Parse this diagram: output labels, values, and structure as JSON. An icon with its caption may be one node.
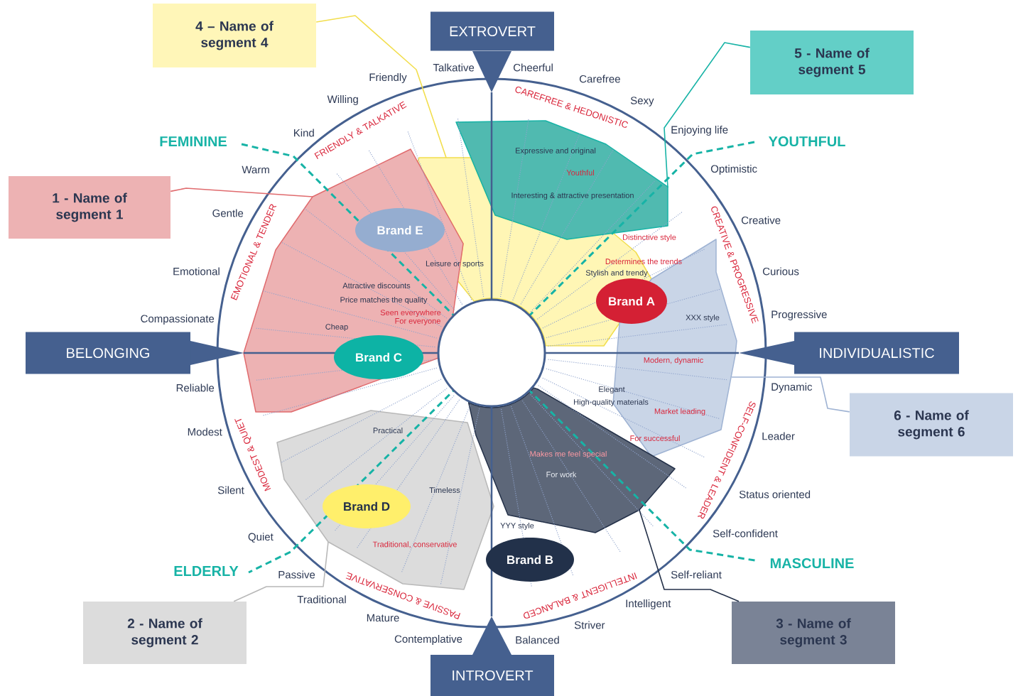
{
  "diagram": {
    "nodes": [
      {
        "text": [],
        "shape": "polygon"
      },
      {
        "text": [],
        "shape": "polygon"
      },
      {
        "text": [],
        "shape": "polygon"
      },
      {
        "text": [],
        "shape": "polygon"
      },
      {
        "text": [],
        "shape": "polygon"
      },
      {
        "text": [],
        "shape": "polygon"
      },
      {
        "text": [
          "4 – Name of segment 4"
        ]
      },
      {
        "text": [
          "EXTROVERT"
        ]
      },
      {
        "text": [
          "5 - Name of segment 5"
        ]
      },
      {
        "text": [
          "1 - Name of segment 1"
        ]
      },
      {
        "text": [
          "Brand E"
        ],
        "in": 1
      },
      {
        "text": [
          "Brand A"
        ]
      },
      {
        "text": [
          "BELONGING"
        ]
      },
      {
        "text": [
          "INDIVIDUALISTIC"
        ]
      },
      {
        "text": [
          "Brand C"
        ],
        "in": 1
      },
      {
        "text": [
          "6 - Name of segment 6"
        ]
      },
      {
        "text": [
          "Brand D"
        ],
        "in": 4
      },
      {
        "text": [
          "Brand B"
        ]
      },
      {
        "text": [
          "2 - Name of segment 2"
        ]
      },
      {
        "text": [
          "3 - Name of segment 3"
        ]
      },
      {
        "text": [
          "INTROVERT"
        ]
      },
      {
        "text": [],
        "shape": "circle"
      }
    ],
    "edges": [
      {
        "from": 9,
        "to": 1,
        "arrow": "none",
        "color": "#e06b6e"
      },
      {
        "from": 18,
        "to": 4,
        "arrow": "none",
        "color": "#b8b8b8"
      },
      {
        "from": 19,
        "to": 5,
        "arrow": "none",
        "color": "#243149"
      },
      {
        "from": 6,
        "to": 2,
        "arrow": "none",
        "color": "#f2de4e"
      },
      {
        "from": 8,
        "to": 0,
        "arrow": "none",
        "color": "#17b3a6"
      },
      {
        "from": 15,
        "to": 3,
        "arrow": "none",
        "color": "#9fb3d3"
      }
    ],
    "labels": [
      "Talkative",
      "Cheerful",
      "Carefree",
      "Sexy",
      "Enjoying life",
      "Optimistic",
      "Creative",
      "Curious",
      "Progressive",
      "Dynamic",
      "Leader",
      "Status oriented",
      "Self-confident",
      "Self-reliant",
      "Intelligent",
      "Striver",
      "Balanced",
      "Contemplative",
      "Mature",
      "Traditional",
      "Passive",
      "Quiet",
      "Silent",
      "Modest",
      "Reliable",
      "Compassionate",
      "Emotional",
      "Gentle",
      "Warm",
      "Kind",
      "Willing",
      "Friendly",
      "CAREFREE & HEDONISTIC",
      "CREATIVE & PROGRESSIVE",
      "SELF-CONFIDENT & LEADER",
      "INTELLIGENT & BALANCED",
      "PASSIVE & CONSERVATIVE",
      "MODEST & QUIET",
      "EMOTIONAL & TENDER",
      "FRIENDLY & TALKATIVE",
      "Expressive and original",
      "Youthful",
      "Interesting & attractive presentation",
      "Distinctive style",
      "Determines the trends",
      "Leisure or sports",
      "Stylish and trendy",
      "Attractive discounts",
      "Price matches the quality",
      "Seen everywhere",
      "XXX style",
      "For everyone",
      "Cheap",
      "Modern, dynamic",
      "Elegant",
      "Market leading",
      "High-quality materials",
      "Makes me feel special",
      "Practical",
      "For successful",
      "For work",
      "Timeless",
      "YYY style",
      "Traditional, conservative",
      "FEMININE",
      "YOUTHFUL",
      "MASCULINE",
      "ELDERLY"
    ]
  }
}
